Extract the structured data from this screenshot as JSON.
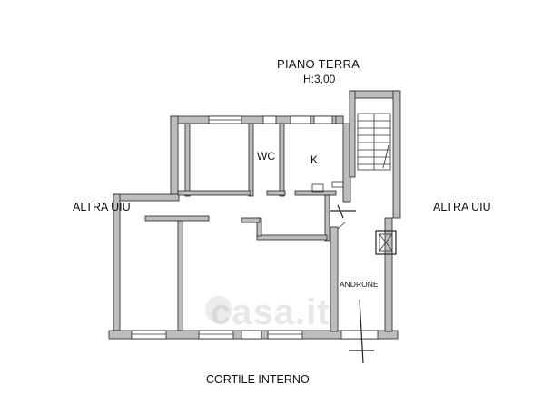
{
  "labels": {
    "floor_title": "PIANO TERRA",
    "height": "H:3,00",
    "left_unit": "ALTRA UIU",
    "right_unit": "ALTRA UIU",
    "wc": "WC",
    "kitchen": "K",
    "androne": "ANDRONE",
    "courtyard": "CORTILE INTERNO"
  },
  "watermark": "casa.it"
}
